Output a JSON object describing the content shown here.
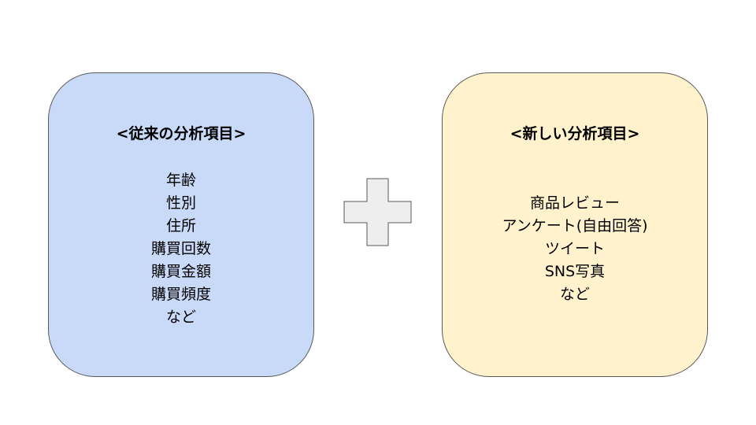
{
  "left_box": {
    "title": "<従来の分析項目>",
    "items": [
      "年齢",
      "性別",
      "住所",
      "購買回数",
      "購買金額",
      "購買頻度",
      "など"
    ],
    "color": "#c9daf8"
  },
  "right_box": {
    "title": "<新しい分析項目>",
    "items": [
      "商品レビュー",
      "アンケート(自由回答)",
      "ツイート",
      "SNS写真",
      "など"
    ],
    "color": "#fff2cc"
  },
  "plus_icon": "plus-icon"
}
